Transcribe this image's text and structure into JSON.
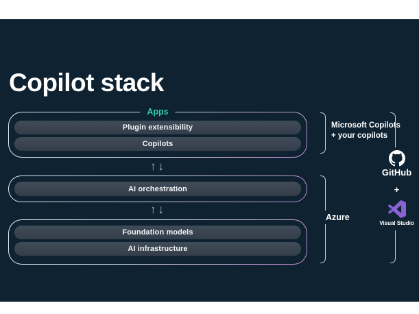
{
  "slide": {
    "title": "Copilot stack"
  },
  "colors": {
    "bg": "#0e2231",
    "title_text": "#ffffff",
    "teal": "#35c8b4",
    "up_arrow": "#7ec9c2",
    "down_arrow": "#a6c6e8",
    "bracket": "#c6d2da",
    "border_light": "#e3ecf1",
    "border_purple": "#c287d2",
    "pill_bg_top": "#414c59",
    "pill_bg_bottom": "#343e4a",
    "vs_purple": "#8763d6",
    "github_white": "#ffffff"
  },
  "stack": {
    "up_arrow": "↑",
    "down_arrow": "↓",
    "groups": [
      {
        "label": "Apps",
        "pills": [
          "Plugin extensibility",
          "Copilots"
        ]
      },
      {
        "label": "",
        "pills": [
          "AI orchestration"
        ]
      },
      {
        "label": "",
        "pills": [
          "Foundation models",
          "AI infrastructure"
        ]
      }
    ]
  },
  "annotations": {
    "copilots_line1": "Microsoft Copilots",
    "copilots_line2": "+ your copilots",
    "azure": "Azure"
  },
  "tools": {
    "github": "GitHub",
    "plus": "+",
    "visual_studio": "Visual Studio"
  }
}
